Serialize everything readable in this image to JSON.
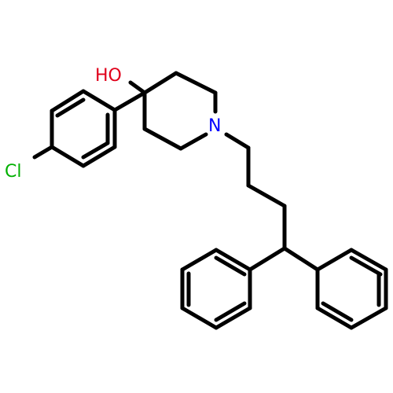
{
  "atoms": {
    "hydroxyl": {
      "text": "HO",
      "color": "#e0001a"
    },
    "nitrogen": {
      "text": "N",
      "color": "#0000ff"
    },
    "chlorine": {
      "text": "Cl",
      "color": "#00b000"
    }
  },
  "bond_color": "#000000",
  "background": "#ffffff"
}
